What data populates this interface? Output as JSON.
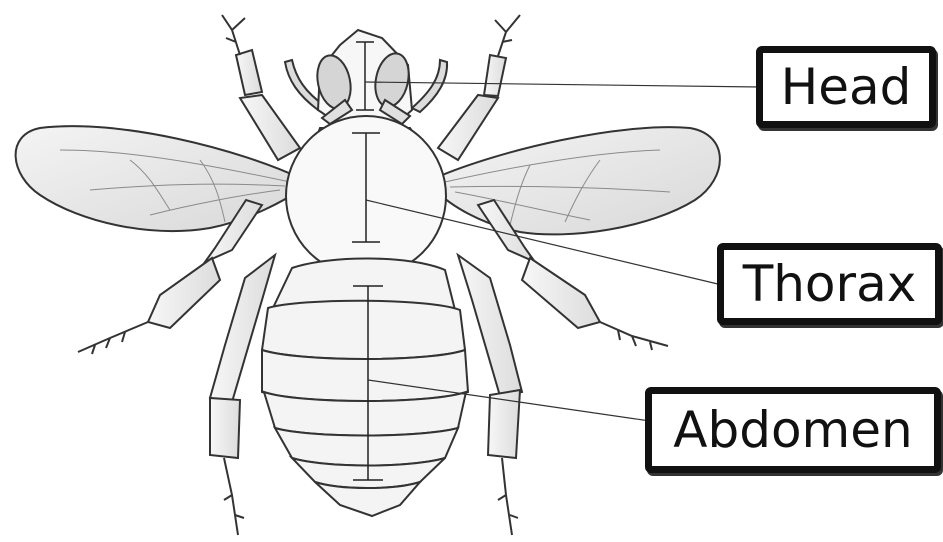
{
  "diagram": {
    "subject": "bee body parts",
    "labels": {
      "head": "Head",
      "thorax": "Thorax",
      "abdomen": "Abdomen"
    },
    "colors": {
      "outline": "#2b2b2b",
      "shade": "#e9e9e9",
      "label_border": "#111111"
    }
  }
}
